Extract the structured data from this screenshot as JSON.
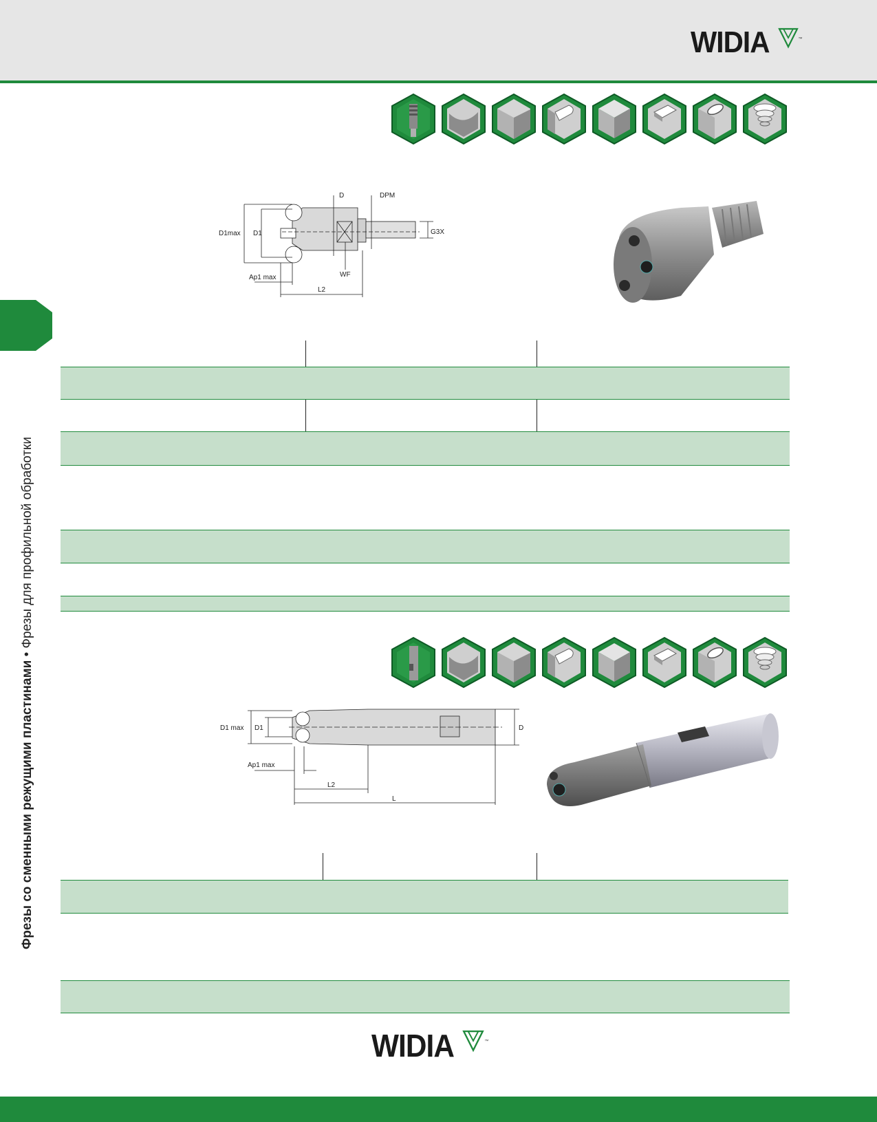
{
  "brand": {
    "name": "WIDIA",
    "trademark": "™",
    "color": "#1f8a3c",
    "light_green": "#c6dfcb"
  },
  "sidebar": {
    "title_bold": "Фрезы со сменными режущими пластинами",
    "separator": " • ",
    "title_regular": "Фрезы для профильной обработки"
  },
  "application_icons": [
    "threaded-shank-icon",
    "profile-copy-icon",
    "shoulder-icon",
    "slot-icon",
    "face-icon",
    "pocket-icon",
    "ramping-icon",
    "helical-icon"
  ],
  "application_icons_2": [
    "cylindrical-shank-icon",
    "profile-copy-icon",
    "shoulder-icon",
    "slot-icon",
    "face-icon",
    "pocket-icon",
    "ramping-icon",
    "helical-icon"
  ],
  "drawing_1": {
    "labels": {
      "d1max": "D1max",
      "d1": "D1",
      "d": "D",
      "dpm": "DPM",
      "g3x": "G3X",
      "wf": "WF",
      "ap1max": "Ap1 max",
      "l2": "L2"
    }
  },
  "drawing_2": {
    "labels": {
      "d1max": "D1 max",
      "d1": "D1",
      "d": "D",
      "ap1max": "Ap1 max",
      "l2": "L2",
      "l": "L"
    }
  }
}
